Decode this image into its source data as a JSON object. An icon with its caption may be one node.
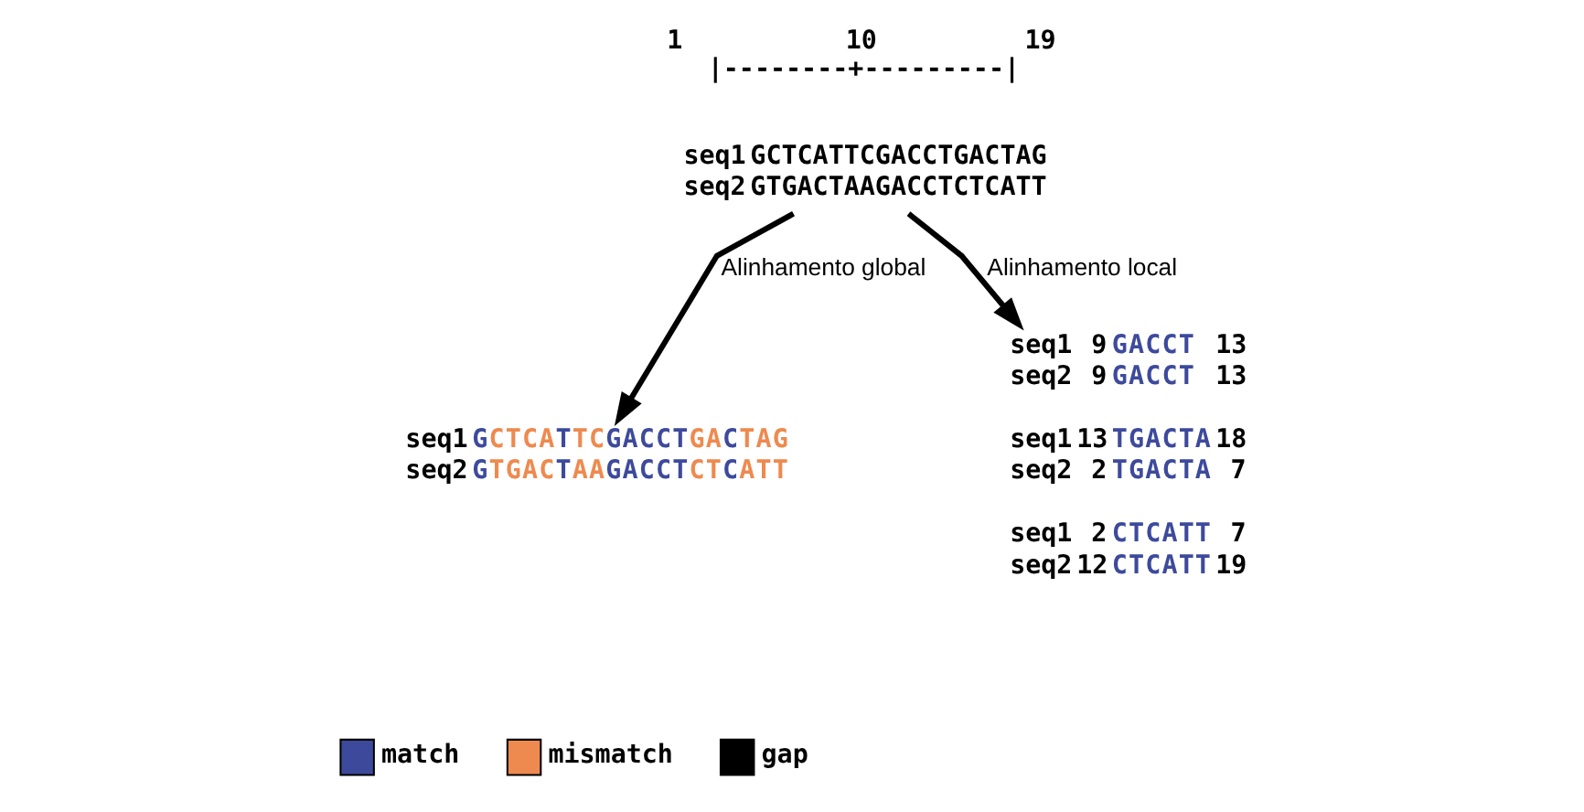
{
  "diagram": {
    "nodes": [
      {
        "text": [
          "seq1",
          "GCTCATTCGACCTGACTAG",
          "seq2",
          "GTGACTAAGACCTCTCATT"
        ]
      },
      {
        "text": [
          "seq1",
          "GCTCATTCGACCTGACTAG",
          "seq2",
          "GTGACTAAGACCTCTCATT"
        ]
      },
      {
        "text": [
          "seq1",
          "9",
          "GACCT",
          "13",
          "seq2",
          "9",
          "GACCT",
          "13",
          "seq1",
          "13",
          "TGACTA",
          "18",
          "seq2",
          "2",
          "TGACTA",
          "7",
          "seq1",
          "2",
          "CTCATT",
          "7",
          "seq2",
          "12",
          "CTCATT",
          "19"
        ]
      }
    ],
    "edges": [
      {
        "from": 0,
        "to": 1,
        "arrow": "to",
        "label": "Alinhamento global"
      },
      {
        "from": 0,
        "to": 2,
        "arrow": "to",
        "label": "Alinhamento local"
      }
    ],
    "labels": [
      "1",
      "10",
      "19",
      "|--------+---------|"
    ],
    "legend": [
      {
        "text": "match",
        "color": "#3d4a9c"
      },
      {
        "text": "mismatch",
        "color": "#ee8a4f"
      },
      {
        "text": "gap",
        "color": "#000000"
      }
    ]
  }
}
